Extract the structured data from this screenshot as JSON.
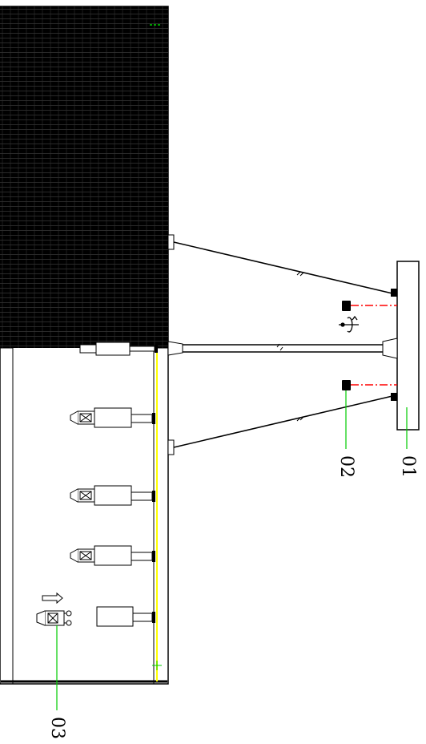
{
  "callouts": [
    {
      "id": "01",
      "text": "01"
    },
    {
      "id": "02",
      "text": "02"
    },
    {
      "id": "03",
      "text": "03"
    }
  ],
  "colors": {
    "panel_fill": "#000000",
    "line": "#000000",
    "leader": "#00cc00",
    "laser_line": "#ff0000",
    "track": "#ffff00"
  },
  "icons": [
    "rotate-arrow-icon",
    "direction-arrow-icon"
  ]
}
